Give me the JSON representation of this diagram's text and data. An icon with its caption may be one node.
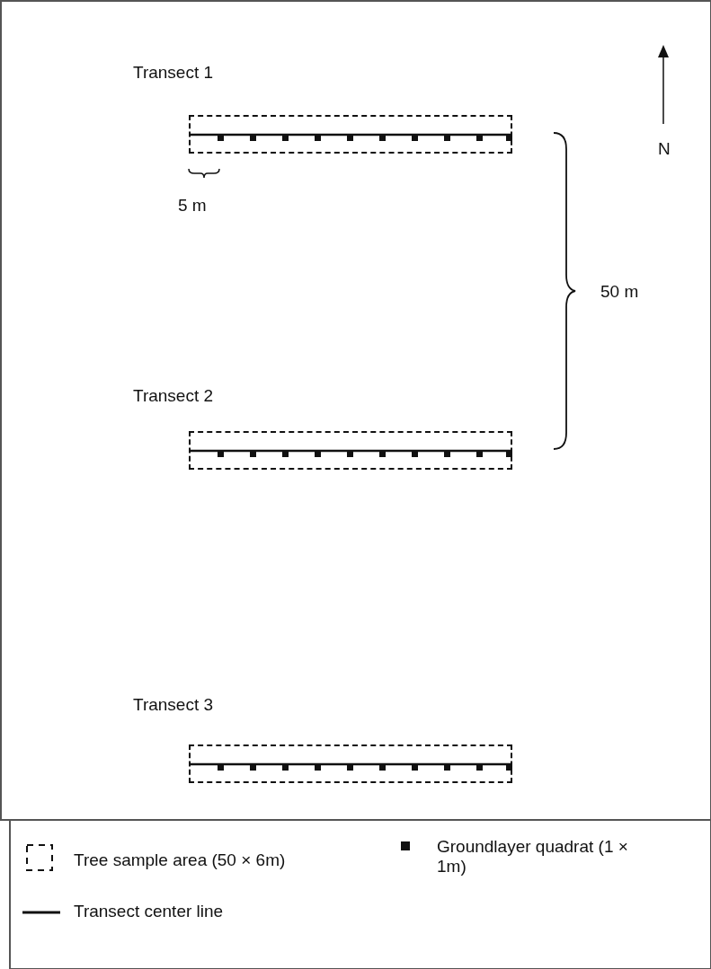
{
  "diagram": {
    "nodes": [
      {
        "text": [
          "Transect 1"
        ]
      },
      {
        "text": [
          "Transect 2"
        ]
      },
      {
        "text": [
          "Transect 3"
        ]
      }
    ],
    "labels": [
      "N",
      "5 m",
      "50 m"
    ],
    "legend": [
      {
        "text": "Tree sample area (50 × 6m)"
      },
      {
        "text": "Groundlayer quadrat (1 × 1m)"
      },
      {
        "text": "Transect center line"
      }
    ]
  }
}
